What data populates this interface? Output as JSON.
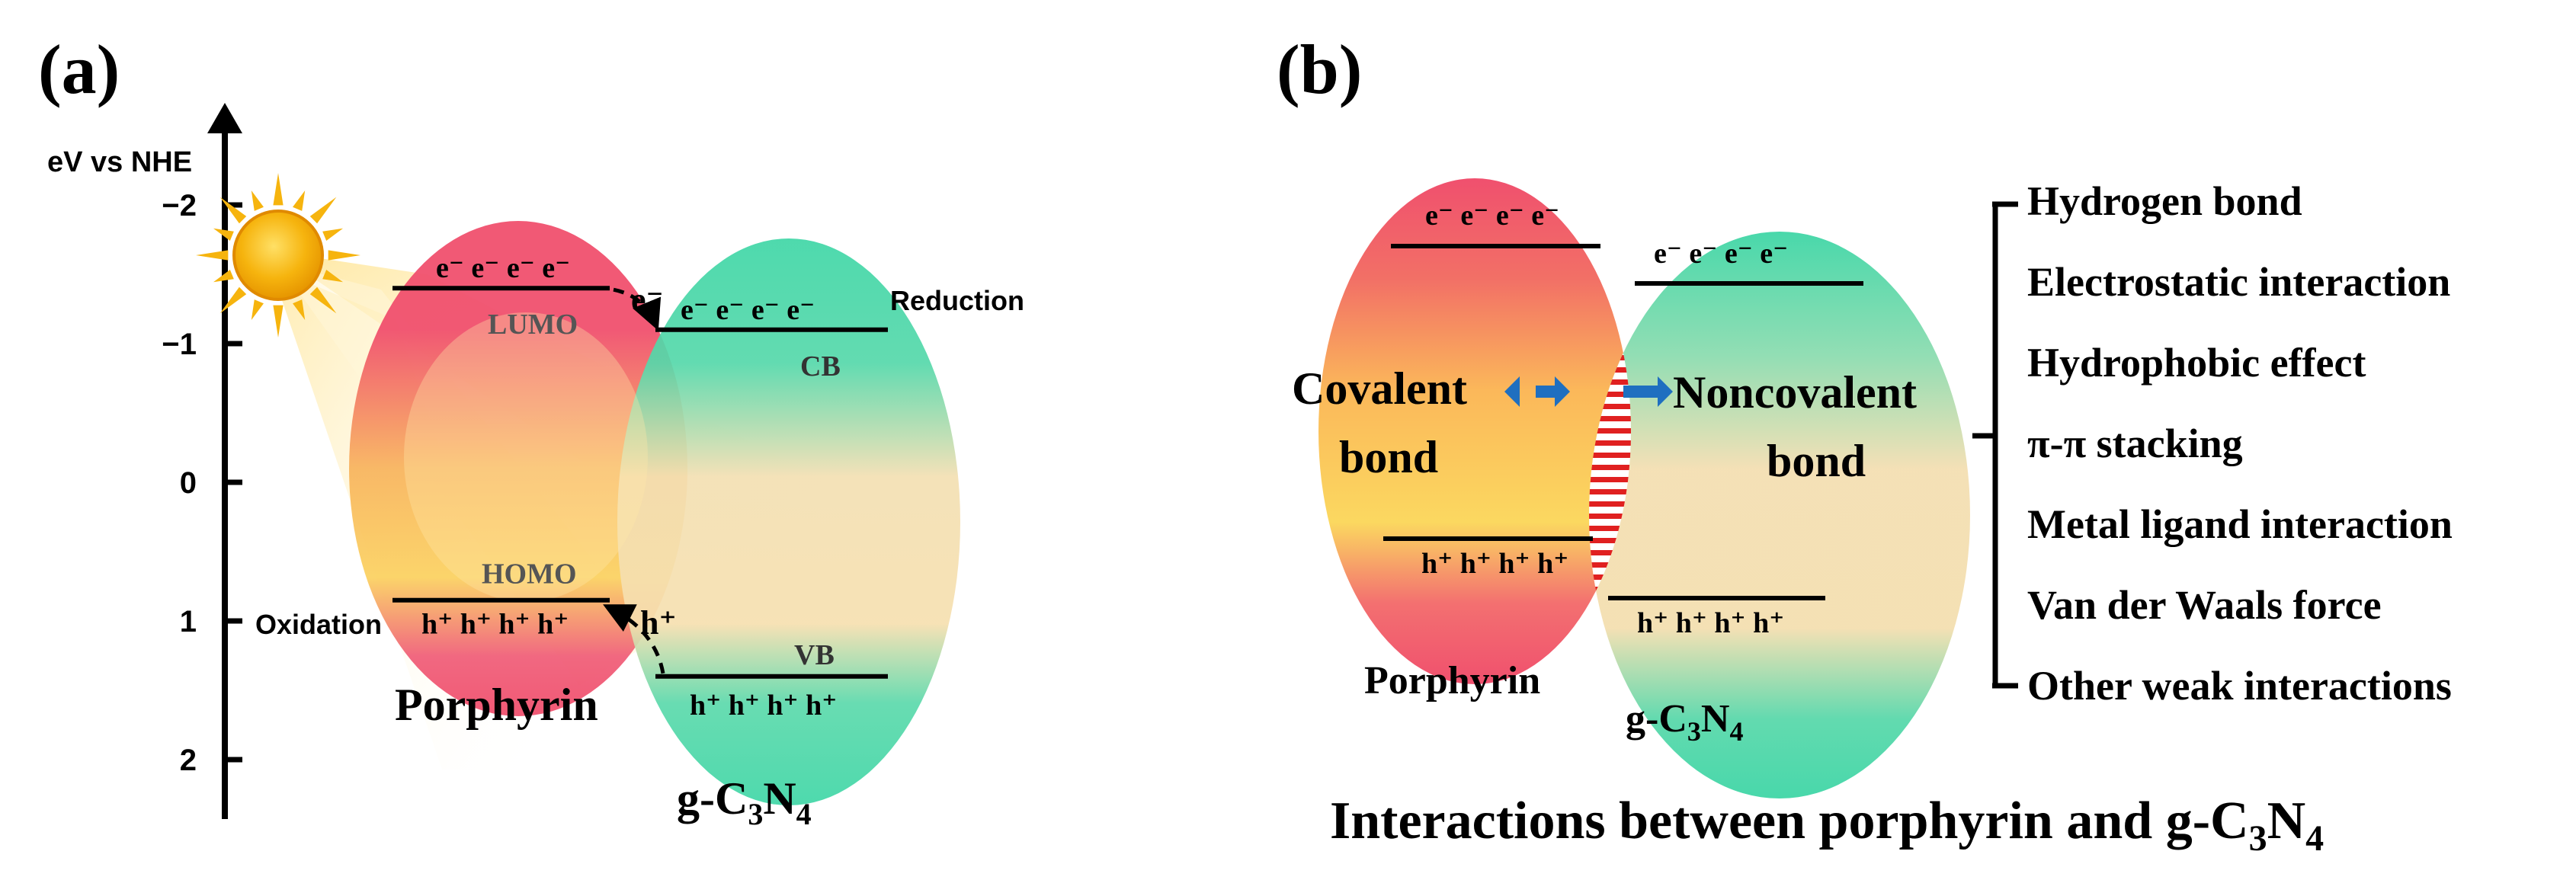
{
  "panel_a": {
    "label": "(a)",
    "axis_label": "eV vs NHE",
    "ticks": [
      {
        "value": -2,
        "label": "−2"
      },
      {
        "value": -1,
        "label": "−1"
      },
      {
        "value": 0,
        "label": "0"
      },
      {
        "value": 1,
        "label": "1"
      },
      {
        "value": 2,
        "label": "2"
      }
    ],
    "porphyrin": {
      "name": "Porphyrin",
      "lumo_label": "LUMO",
      "homo_label": "HOMO",
      "lumo_ev": -1.4,
      "homo_ev": 0.85,
      "electrons": [
        "e⁻",
        "e⁻",
        "e⁻",
        "e⁻"
      ],
      "holes": [
        "h⁺",
        "h⁺",
        "h⁺",
        "h⁺"
      ]
    },
    "g_c3n4": {
      "name_main": "g-C",
      "sub1": "3",
      "name_mid": "N",
      "sub2": "4",
      "cb_label": "CB",
      "vb_label": "VB",
      "cb_ev": -1.1,
      "vb_ev": 1.4,
      "electrons": [
        "e⁻",
        "e⁻",
        "e⁻",
        "e⁻"
      ],
      "holes": [
        "h⁺",
        "h⁺",
        "h⁺",
        "h⁺"
      ]
    },
    "transfer_electron": "e⁻",
    "transfer_hole": "h⁺",
    "reduction_label": "Reduction",
    "oxidation_label": "Oxidation"
  },
  "panel_b": {
    "label": "(b)",
    "porphyrin_name": "Porphyrin",
    "g_name_main": "g-C",
    "g_sub1": "3",
    "g_name_mid": "N",
    "g_sub2": "4",
    "electrons": [
      "e⁻",
      "e⁻",
      "e⁻",
      "e⁻"
    ],
    "holes": [
      "h⁺",
      "h⁺",
      "h⁺",
      "h⁺"
    ],
    "covalent_line1": "Covalent",
    "covalent_line2": "bond",
    "noncovalent_line1": "Noncovalent",
    "noncovalent_line2": "bond",
    "interactions": [
      "Hydrogen bond",
      "Electrostatic interaction",
      "Hydrophobic effect",
      "π-π stacking",
      "Metal ligand interaction",
      "Van der Waals force",
      "Other weak interactions"
    ],
    "caption_main": "Interactions between porphyrin and g-C",
    "caption_sub1": "3",
    "caption_mid": "N",
    "caption_sub2": "4"
  },
  "colors": {
    "porphyrin_top": "#f0506e",
    "porphyrin_mid": "#f7a35c",
    "porphyrin_yellow": "#fbd85a",
    "g_green": "#3fd6a6",
    "g_beige": "#f5dfb0",
    "hatch_red": "#e02020",
    "arrow_blue": "#1f6fc0",
    "sun_yellow": "#f6b40e"
  }
}
